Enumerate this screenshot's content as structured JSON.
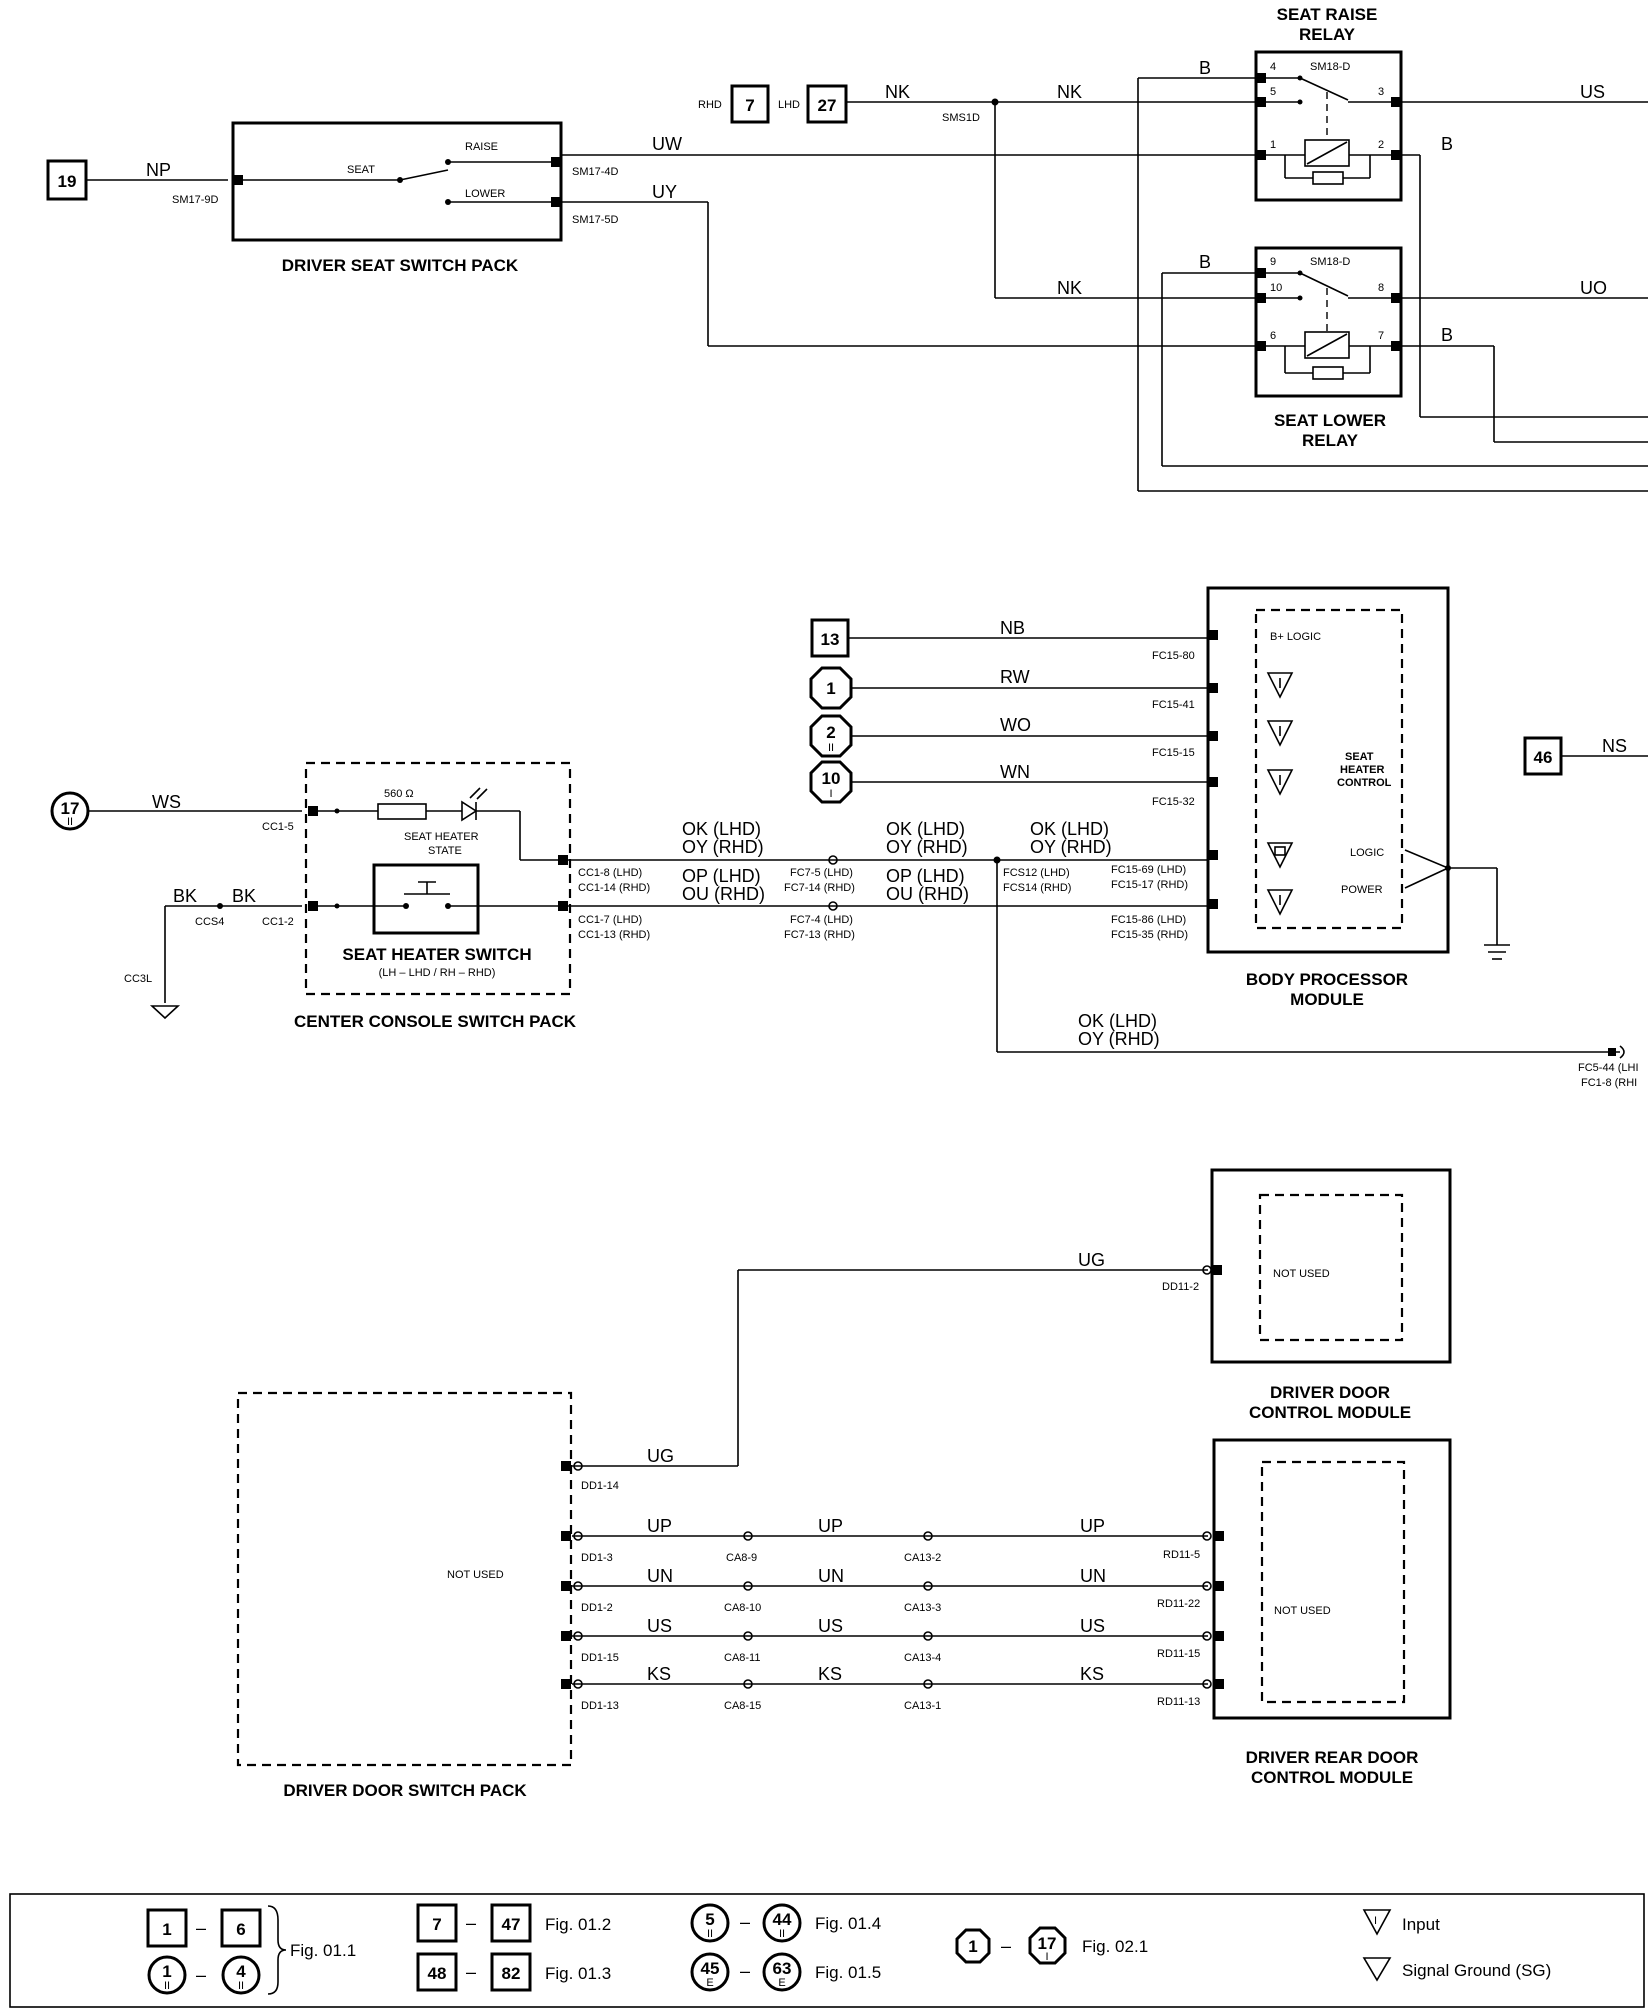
{
  "components": {
    "seat_raise_relay": {
      "title": [
        "SEAT RAISE",
        "RELAY"
      ],
      "id": "SM18-D",
      "pins": [
        "4",
        "5",
        "3",
        "1",
        "2"
      ]
    },
    "seat_lower_relay": {
      "title": [
        "SEAT LOWER",
        "RELAY"
      ],
      "id": "SM18-D",
      "pins": [
        "9",
        "10",
        "8",
        "6",
        "7"
      ]
    },
    "driver_seat_switch_pack": {
      "title": "DRIVER SEAT SWITCH PACK",
      "labels": {
        "seat": "SEAT",
        "raise": "RAISE",
        "lower": "LOWER"
      }
    },
    "body_processor_module": {
      "title": [
        "BODY PROCESSOR",
        "MODULE"
      ],
      "inner": {
        "b_logic": "B+ LOGIC",
        "seat_heater_control": [
          "SEAT",
          "HEATER",
          "CONTROL"
        ],
        "logic": "LOGIC",
        "power": "POWER"
      }
    },
    "center_console_switch_pack": {
      "title": "CENTER CONSOLE SWITCH PACK",
      "switch": "SEAT HEATER SWITCH",
      "switch_note": "(LH – LHD / RH – RHD)",
      "resistor": "560 Ω",
      "led_label": [
        "SEAT HEATER",
        "STATE"
      ]
    },
    "driver_door_control_module": {
      "title": [
        "DRIVER DOOR",
        "CONTROL MODULE"
      ],
      "inner": "NOT USED"
    },
    "driver_door_switch_pack": {
      "title": "DRIVER DOOR SWITCH PACK",
      "inner": "NOT USED"
    },
    "driver_rear_door_control_module": {
      "title": [
        "DRIVER REAR DOOR",
        "CONTROL MODULE"
      ],
      "inner": "NOT USED"
    }
  },
  "references": {
    "r19": "19",
    "r7": "7",
    "r27": "27",
    "rhd": "RHD",
    "lhd": "LHD",
    "r13": "13",
    "r1": "1",
    "r2": "2",
    "r2sub": "II",
    "r10": "10",
    "r10sub": "I",
    "r17": "17",
    "r17sub": "II",
    "r46": "46"
  },
  "wires": {
    "np": "NP",
    "uw": "UW",
    "uy": "UY",
    "nk": "NK",
    "b": "B",
    "us": "US",
    "uo": "UO",
    "nb": "NB",
    "rw": "RW",
    "wo": "WO",
    "wn": "WN",
    "ns": "NS",
    "ws": "WS",
    "bk": "BK",
    "ok_lhd": "OK (LHD)",
    "oy_rhd": "OY (RHD)",
    "op_lhd": "OP (LHD)",
    "ou_rhd": "OU (RHD)",
    "ug": "UG",
    "up": "UP",
    "un": "UN",
    "ks": "KS"
  },
  "connectors": {
    "sm17_9d": "SM17-9D",
    "sm17_4d": "SM17-4D",
    "sm17_5d": "SM17-5D",
    "sms1d": "SMS1D",
    "fc15_80": "FC15-80",
    "fc15_41": "FC15-41",
    "fc15_15": "FC15-15",
    "fc15_32": "FC15-32",
    "fc15_69": "FC15-69 (LHD)",
    "fc15_17": "FC15-17 (RHD)",
    "fc15_86": "FC15-86 (LHD)",
    "fc15_35": "FC15-35 (RHD)",
    "fcs12": "FCS12 (LHD)",
    "fcs14": "FCS14 (RHD)",
    "fc7_5": "FC7-5 (LHD)",
    "fc7_14": "FC7-14 (RHD)",
    "fc7_4": "FC7-4 (LHD)",
    "fc7_13": "FC7-13 (RHD)",
    "cc1_8": "CC1-8 (LHD)",
    "cc1_14": "CC1-14 (RHD)",
    "cc1_7": "CC1-7 (LHD)",
    "cc1_13": "CC1-13 (RHD)",
    "cc1_5": "CC1-5",
    "cc1_2": "CC1-2",
    "ccs4": "CCS4",
    "cc3l": "CC3L",
    "fc5_44": "FC5-44 (LHI",
    "fc1_8": "FC1-8 (RHI",
    "dd11_2": "DD11-2",
    "dd1_14": "DD1-14",
    "dd1_3": "DD1-3",
    "dd1_2": "DD1-2",
    "dd1_15": "DD1-15",
    "dd1_13": "DD1-13",
    "ca8_9": "CA8-9",
    "ca8_10": "CA8-10",
    "ca8_11": "CA8-11",
    "ca8_15": "CA8-15",
    "ca13_2": "CA13-2",
    "ca13_3": "CA13-3",
    "ca13_4": "CA13-4",
    "ca13_1": "CA13-1",
    "rd11_5": "RD11-5",
    "rd11_22": "RD11-22",
    "rd11_15": "RD11-15",
    "rd11_13": "RD11-13"
  },
  "legend": {
    "a1": "1",
    "a2": "6",
    "a3": "1",
    "a3sub": "II",
    "a4": "4",
    "a4sub": "II",
    "fig_a": "Fig. 01.1",
    "b1": "7",
    "b2": "47",
    "fig_b": "Fig. 01.2",
    "c1": "48",
    "c2": "82",
    "fig_c": "Fig. 01.3",
    "d1": "5",
    "d1sub": "II",
    "d2": "44",
    "d2sub": "II",
    "fig_d": "Fig. 01.4",
    "e1": "45",
    "e1sub": "E",
    "e2": "63",
    "e2sub": "E",
    "fig_e": "Fig. 01.5",
    "f1": "1",
    "f2": "17",
    "f2sub": "I",
    "fig_f": "Fig. 02.1",
    "input": "Input",
    "input_sym": "I",
    "signal_ground": "Signal Ground (SG)",
    "dash": "–"
  }
}
